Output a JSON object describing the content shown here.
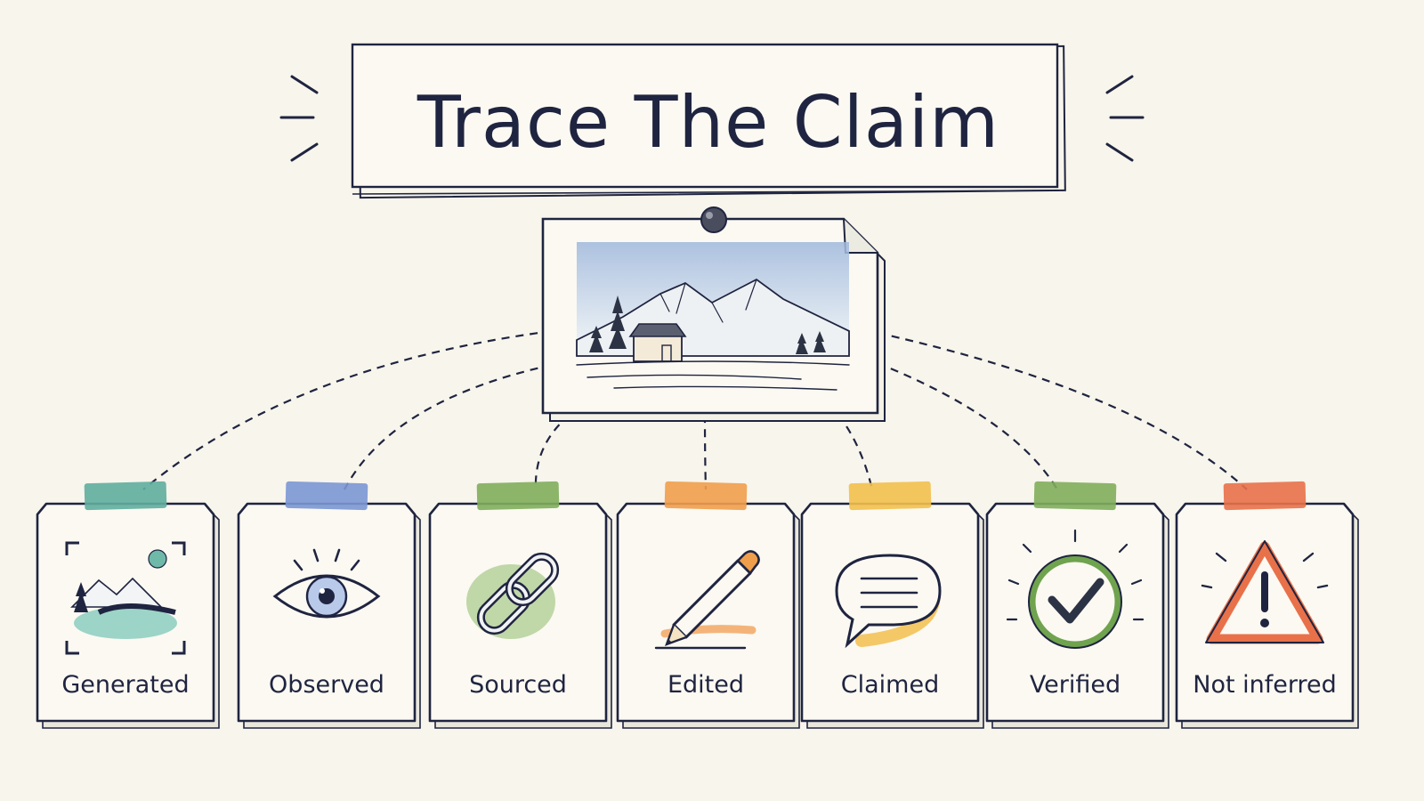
{
  "title": "Trace The Claim",
  "center_image": {
    "icon": "mountain-landscape-sketch"
  },
  "categories": [
    {
      "label": "Generated",
      "icon": "image-frame-icon",
      "tape_color": "#5fae9f"
    },
    {
      "label": "Observed",
      "icon": "eye-icon",
      "tape_color": "#7a97d4"
    },
    {
      "label": "Sourced",
      "icon": "chain-link-icon",
      "tape_color": "#7fae5c"
    },
    {
      "label": "Edited",
      "icon": "pencil-icon",
      "tape_color": "#ef9f4c"
    },
    {
      "label": "Claimed",
      "icon": "speech-bubble-icon",
      "tape_color": "#f2c04e"
    },
    {
      "label": "Verified",
      "icon": "checkmark-icon",
      "tape_color": "#7fae5c"
    },
    {
      "label": "Not inferred",
      "icon": "warning-icon",
      "tape_color": "#e8714a"
    }
  ]
}
